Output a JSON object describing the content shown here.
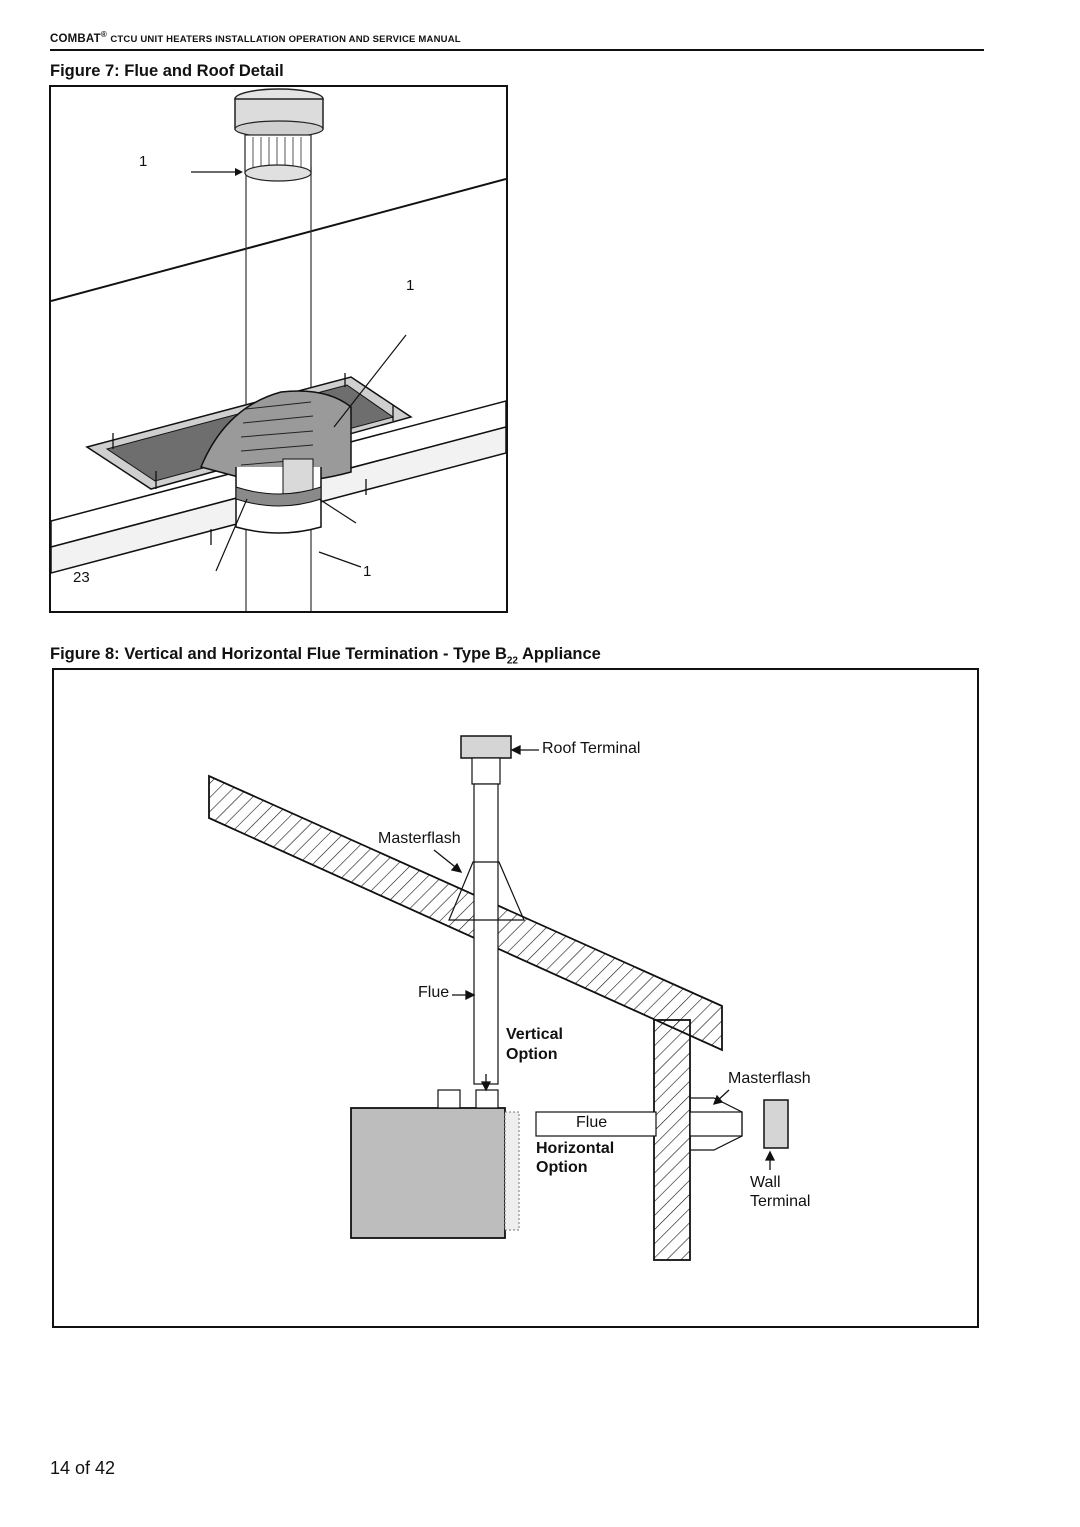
{
  "header": {
    "brand": "COMBAT",
    "reg": "®",
    "title_rest": "CTCU Unit Heaters Installation Operation and Service Manual"
  },
  "figure7": {
    "title": "Figure 7: Flue and Roof Detail",
    "callouts": [
      "1",
      "1",
      "1",
      "23"
    ]
  },
  "figure8": {
    "title_prefix": "Figure 8: Vertical and Horizontal Flue Termination - Type B",
    "title_sub": "22",
    "title_suffix": " Appliance",
    "labels": {
      "roof_terminal": "Roof Terminal",
      "masterflash_top": "Masterflash",
      "flue_vertical": "Flue",
      "vertical_option_1": "Vertical",
      "vertical_option_2": "Option",
      "masterflash_wall": "Masterflash",
      "flue_horizontal": "Flue",
      "horizontal_option_1": "Horizontal",
      "horizontal_option_2": "Option",
      "wall_terminal_1": "Wall",
      "wall_terminal_2": "Terminal"
    }
  },
  "footer": {
    "page": "14 of 42"
  }
}
